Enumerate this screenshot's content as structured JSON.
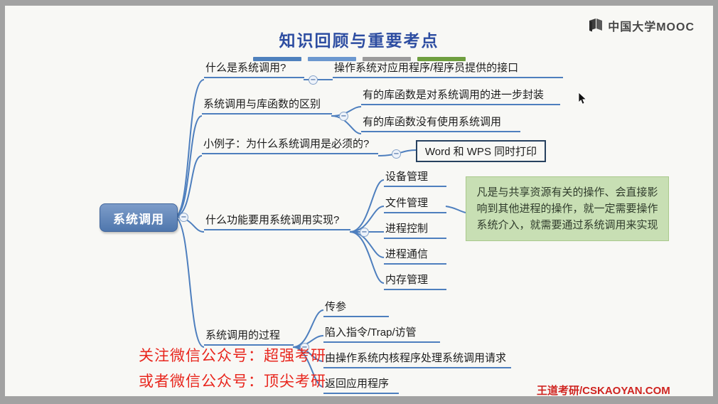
{
  "header": {
    "title": "知识回顾与重要考点",
    "brand": "中国大学MOOC"
  },
  "mindmap": {
    "root": "系统调用",
    "branches": [
      {
        "label": "什么是系统调用?",
        "children": [
          "操作系统对应用程序/程序员提供的接口"
        ]
      },
      {
        "label": "系统调用与库函数的区别",
        "children": [
          "有的库函数是对系统调用的进一步封装",
          "有的库函数没有使用系统调用"
        ]
      },
      {
        "label": "小例子：为什么系统调用是必须的?",
        "children": [
          "Word 和 WPS 同时打印"
        ]
      },
      {
        "label": "什么功能要用系统调用实现?",
        "children": [
          "设备管理",
          "文件管理",
          "进程控制",
          "进程通信",
          "内存管理"
        ],
        "note": "凡是与共享资源有关的操作、会直接影响到其他进程的操作，就一定需要操作系统介入，就需要通过系统调用来实现"
      },
      {
        "label": "系统调用的过程",
        "children": [
          "传参",
          "陷入指令/Trap/访管",
          "由操作系统内核程序处理系统调用请求",
          "返回应用程序"
        ]
      }
    ]
  },
  "watermarks": {
    "line1": "关注微信公众号：超强考研",
    "line2": "或者微信公众号：顶尖考研",
    "site": "王道考研/CSKAOYAN.COM"
  },
  "colors": {
    "accent_blue": "#4e7fbe",
    "title_blue": "#2d4da1",
    "root_node_fill": "#5d85ba",
    "note_green_bg": "#c8dfb4",
    "watermark_red": "#e8261d",
    "bar_colors": [
      "#4f81bd",
      "#6c98cf",
      "#9b9b9b",
      "#6f9f3f"
    ]
  }
}
